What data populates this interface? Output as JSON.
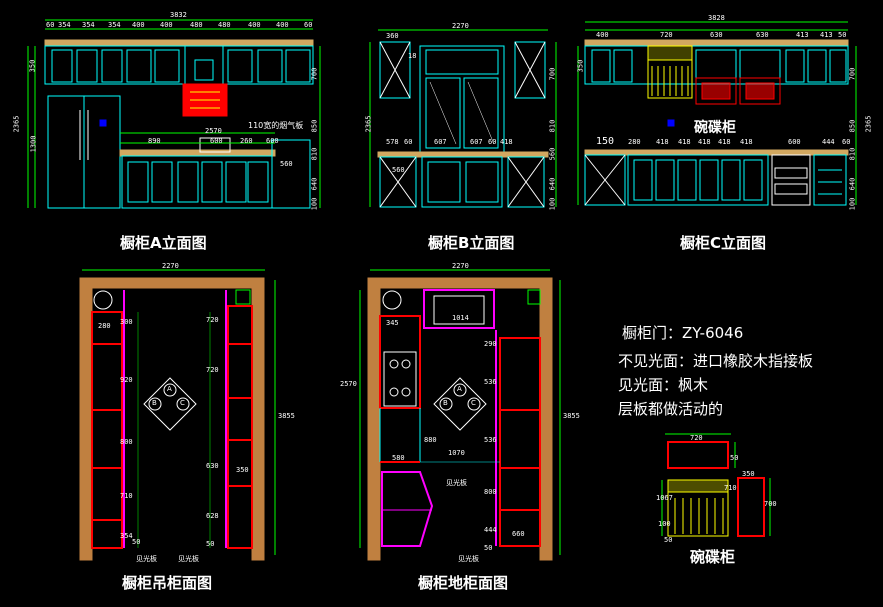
{
  "captions": {
    "elev_a": "橱柜A立面图",
    "elev_b": "橱柜B立面图",
    "elev_c": "橱柜C立面图",
    "plan_wall": "橱柜吊柜面图",
    "plan_floor": "橱柜地柜面图",
    "bowl_cabinet_detail": "碗碟柜"
  },
  "notes": {
    "door": "橱柜门：ZY-6046",
    "hidden_face": "不见光面：进口橡胶木指接板",
    "visible_face": "见光面：枫木",
    "shelves": "层板都做活动的"
  },
  "labels": {
    "hood_panel": "110宽的烟气板",
    "bowl_cabinet_c": "碗碟柜",
    "visible_panel": "见光板",
    "compass_a": "A",
    "compass_b": "B",
    "compass_c": "C"
  },
  "dims": {
    "a_total": "3832",
    "a_segments": [
      "60",
      "354",
      "354",
      "354",
      "400",
      "400",
      "480",
      "480",
      "400",
      "400",
      "60"
    ],
    "a_heights": [
      "350",
      "700",
      "850",
      "2365",
      "1300",
      "640",
      "100",
      "810"
    ],
    "a_counter": "2570",
    "a_lower": [
      "890",
      "600",
      "260",
      "600"
    ],
    "a_right": [
      "560"
    ],
    "b_total": "2270",
    "b_top": "360",
    "b_heights": [
      "700",
      "810",
      "2365",
      "560",
      "640",
      "100"
    ],
    "b_lower": [
      "578",
      "60",
      "607",
      "607",
      "60",
      "418"
    ],
    "b_left": [
      "18",
      "560"
    ],
    "c_total": "3828",
    "c_top": [
      "400",
      "720",
      "630",
      "630",
      "413",
      "413",
      "50"
    ],
    "c_heights": [
      "350",
      "700",
      "850",
      "2365",
      "640",
      "100",
      "810"
    ],
    "c_lower": [
      "280",
      "418",
      "418",
      "418",
      "418",
      "418",
      "600",
      "444",
      "60"
    ],
    "c_left": "150",
    "plan_total": "2270",
    "plan_w_depth": "3855",
    "plan_w_left": [
      "280",
      "300",
      "920",
      "800",
      "710",
      "354",
      "50"
    ],
    "plan_w_right": [
      "720",
      "720",
      "630",
      "350",
      "628",
      "50"
    ],
    "plan_f_total": "2270",
    "plan_f_depth": "3855",
    "plan_f_left": [
      "345",
      "2570",
      "880",
      "580",
      "1070"
    ],
    "plan_f_right": [
      "290",
      "536",
      "536",
      "800",
      "444",
      "660",
      "50"
    ],
    "plan_f_sink": "1014",
    "detail": [
      "720",
      "50",
      "350",
      "700",
      "710",
      "1067",
      "100",
      "50"
    ]
  },
  "colors": {
    "line": "#00ffff",
    "red": "#ff0000",
    "yellow": "#ffff00",
    "green": "#00ff00",
    "magenta": "#ff00ff",
    "blue": "#0000ff",
    "wood": "#d2a860",
    "brick": "#c08040",
    "white": "#ffffff"
  }
}
